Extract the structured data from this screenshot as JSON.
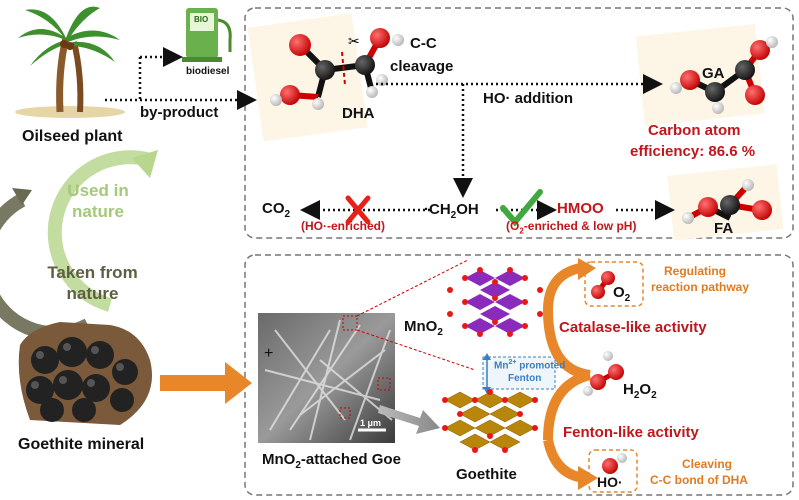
{
  "colors": {
    "accent_red": "#c0161c",
    "accent_orange": "#e8862a",
    "accent_green": "#6aa84f",
    "accent_blue": "#3a7fc0",
    "panel_border": "#777777"
  },
  "left": {
    "oilseed_label": "Oilseed plant",
    "biodiesel_label": "biodiesel",
    "bio_pump_text": "BIO",
    "byproduct_label": "by-product",
    "cycle_used": "Used in nature",
    "cycle_taken": "Taken from nature",
    "goethite_mineral_label": "Goethite mineral"
  },
  "top_panel": {
    "dha_label": "DHA",
    "cc_label": "C-C",
    "cleavage_label": "cleavage",
    "ho_addition": "HO· addition",
    "ga_label": "GA",
    "carbon_line1": "Carbon atom",
    "carbon_line2": "efficiency: 86.6 %",
    "co2": "CO",
    "co2_sub": "2",
    "ch2oh": "·CH",
    "ch2oh_sub": "2",
    "ch2oh_tail": "OH",
    "hmoo": "HMOO",
    "fa_label": "FA",
    "ho_enriched": "(HO·-enriched)",
    "o2_enriched_pre": "(O",
    "o2_enriched_sub": "2",
    "o2_enriched_post": "-enriched & low pH)"
  },
  "bottom_panel": {
    "mno2": "MnO",
    "mno2_sub": "2",
    "mn_promoted_pre": "Mn",
    "mn_promoted_sup": "2+",
    "mn_promoted_post": " promoted",
    "fenton": "Fenton",
    "scale_bar": "1 μm",
    "mno2_goe_pre": "MnO",
    "mno2_goe_sub": "2",
    "mno2_goe_post": "-attached Goe",
    "goethite": "Goethite",
    "o2_label": "O",
    "o2_sub": "2",
    "regulating_1": "Regulating",
    "regulating_2": "reaction pathway",
    "catalase": "Catalase-like activity",
    "h2o2_h": "H",
    "h2o2_sub1": "2",
    "h2o2_o": "O",
    "h2o2_sub2": "2",
    "fenton_like": "Fenton-like activity",
    "ho_radical": "HO·",
    "cleaving_1": "Cleaving",
    "cleaving_2": "C-C bond of DHA"
  }
}
